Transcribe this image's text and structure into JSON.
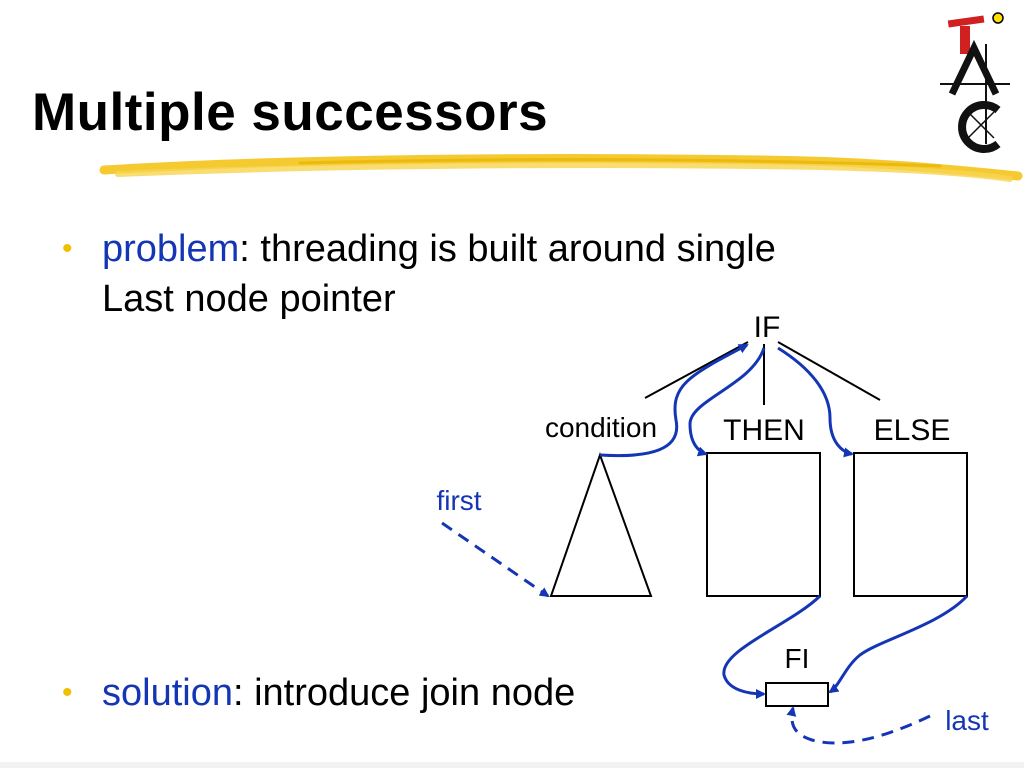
{
  "slide": {
    "title": "Multiple successors",
    "bullets": [
      {
        "keyword": "problem",
        "rest_line1": ": threading is built around single",
        "rest_line2": "Last node pointer"
      },
      {
        "keyword": "solution",
        "rest_line1": ": introduce join node"
      }
    ]
  },
  "diagram": {
    "labels": {
      "if": "IF",
      "condition": "condition",
      "then": "THEN",
      "else": "ELSE",
      "fi": "FI",
      "first": "first",
      "last": "last"
    }
  },
  "colors": {
    "accent_blue": "#1436b4",
    "bullet_yellow": "#f0c000",
    "highlight_stroke": "#f3c419",
    "logo_red": "#d02020"
  }
}
